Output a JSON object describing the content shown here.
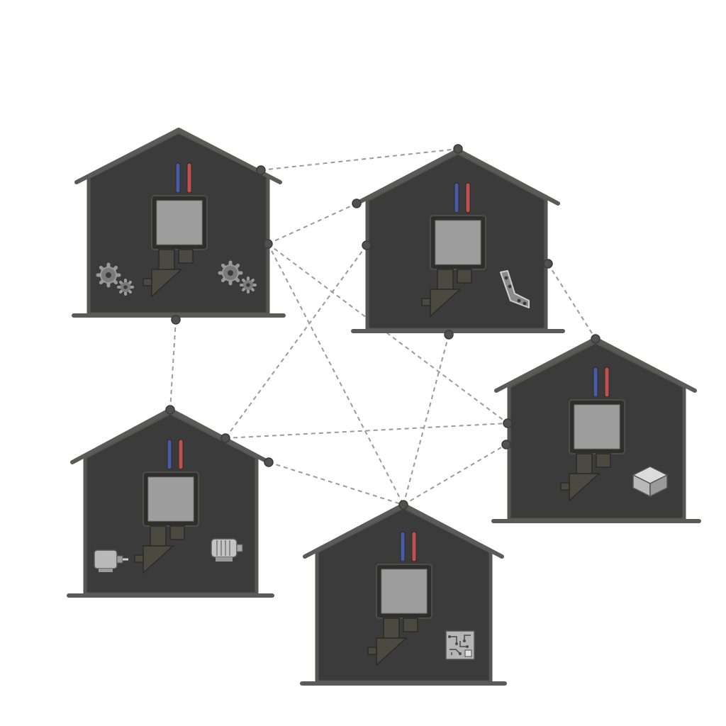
{
  "colors": {
    "background": "#ffffff",
    "house_fill": "#3b3b3b",
    "house_outline": "#5a5a56",
    "pipe_blue": "#4a5aa8",
    "pipe_red": "#c0504d",
    "screen": "#9d9d9d",
    "link": "#9a9a9a",
    "node": "#505050"
  },
  "houses": [
    {
      "id": "house-1",
      "icons": [
        "gear-cluster-icon",
        "gear-cluster-icon"
      ]
    },
    {
      "id": "house-2",
      "icons": [
        "angle-bracket-icon"
      ]
    },
    {
      "id": "house-3",
      "icons": [
        "cube-icon"
      ]
    },
    {
      "id": "house-4",
      "icons": [
        "electric-motor-icon",
        "electric-motor-icon"
      ]
    },
    {
      "id": "house-5",
      "icons": [
        "circuit-board-icon"
      ]
    }
  ],
  "connections": [
    [
      "house-1",
      "house-2"
    ],
    [
      "house-1",
      "house-4"
    ],
    [
      "house-1",
      "house-3"
    ],
    [
      "house-1",
      "house-5"
    ],
    [
      "house-2",
      "house-3"
    ],
    [
      "house-2",
      "house-4"
    ],
    [
      "house-2",
      "house-5"
    ],
    [
      "house-4",
      "house-3"
    ],
    [
      "house-4",
      "house-5"
    ],
    [
      "house-5",
      "house-3"
    ]
  ]
}
